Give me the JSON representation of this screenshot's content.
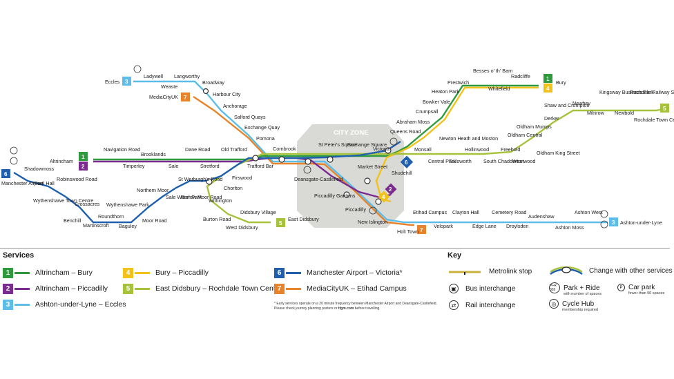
{
  "map": {
    "zone_label": "CITY ZONE",
    "stations": {
      "eccles": "Eccles",
      "ladywell": "Ladywell",
      "weaste": "Weaste",
      "langworthy": "Langworthy",
      "broadway": "Broadway",
      "harbour_city": "Harbour City",
      "mediacityuk": "MediaCityUK",
      "anchorage": "Anchorage",
      "salford_quays": "Salford Quays",
      "exchange_quay": "Exchange Quay",
      "pomona": "Pomona",
      "cornbrook": "Cornbrook",
      "st_peters": "St Peter's Square",
      "exchange_square": "Exchange Square",
      "victoria": "Victoria",
      "market_street": "Market Street",
      "shudehill": "Shudehill",
      "deansgate": "Deansgate-Castlefield",
      "piccadilly_gardens": "Piccadilly Gardens",
      "piccadilly": "Piccadilly",
      "new_islington": "New Islington",
      "altrincham": "Altrincham",
      "navigation_road": "Navigation Road",
      "timperley": "Timperley",
      "brooklands": "Brooklands",
      "sale": "Sale",
      "dane_road": "Dane Road",
      "stretford": "Stretford",
      "old_trafford": "Old Trafford",
      "trafford_bar": "Trafford Bar",
      "firswood": "Firswood",
      "chorlton": "Chorlton",
      "st_werburghs": "St Werburgh's Road",
      "withington": "Withington",
      "burton_road": "Burton Road",
      "west_didsbury": "West Didsbury",
      "didsbury_village": "Didsbury Village",
      "east_didsbury": "East Didsbury",
      "barlow_moor": "Barlow Moor Road",
      "sale_water_park": "Sale Water Park",
      "northern_moor": "Northern Moor",
      "wythenshawe_park": "Wythenshawe Park",
      "moor_road": "Moor Road",
      "baguley": "Baguley",
      "roundthorn": "Roundthorn",
      "martinscroft": "Martinscroft",
      "benchill": "Benchill",
      "crossacres": "Crossacres",
      "wythenshawe_tc": "Wythenshawe Town Centre",
      "robinswood": "Robinswood Road",
      "peel_hall": "Peel Hall",
      "shadowmoss": "Shadowmoss",
      "manchester_airport": "Manchester Airport",
      "queens_road": "Queens Road",
      "abraham_moss": "Abraham Moss",
      "crumpsall": "Crumpsall",
      "bowker_vale": "Bowker Vale",
      "heaton_park": "Heaton Park",
      "prestwich": "Prestwich",
      "besses": "Besses o' th' Barn",
      "whitefield": "Whitefield",
      "radcliffe": "Radcliffe",
      "bury": "Bury",
      "monsall": "Monsall",
      "central_park": "Central Park",
      "newton_heath": "Newton Heath and Moston",
      "failsworth": "Failsworth",
      "hollinwood": "Hollinwood",
      "south_chadderton": "South Chadderton",
      "freehold": "Freehold",
      "westwood": "Westwood",
      "oldham_king_street": "Oldham King Street",
      "oldham_central": "Oldham Central",
      "oldham_mumps": "Oldham Mumps",
      "derker": "Derker",
      "shaw": "Shaw and Crompton",
      "newhey": "Newhey",
      "milnrow": "Milnrow",
      "kingsway": "Kingsway Business Park",
      "newbold": "Newbold",
      "rochdale_rail": "Rochdale Railway Station",
      "rochdale_tc": "Rochdale Town Centre",
      "holt_town": "Holt Town",
      "etihad": "Etihad Campus",
      "velopark": "Velopark",
      "clayton_hall": "Clayton Hall",
      "edge_lane": "Edge Lane",
      "cemetery_road": "Cemetery Road",
      "droylsden": "Droylsden",
      "audenshaw": "Audenshaw",
      "ashton_moss": "Ashton Moss",
      "ashton_west": "Ashton West",
      "ashton_ul": "Ashton-under-Lyne"
    }
  },
  "services": {
    "title": "Services",
    "items": [
      {
        "num": "1",
        "label": "Altrincham – Bury",
        "color": "#2e9a3d"
      },
      {
        "num": "2",
        "label": "Altrincham – Piccadilly",
        "color": "#7b2b8f"
      },
      {
        "num": "3",
        "label": "Ashton-under-Lyne – Eccles",
        "color": "#5bbde8"
      },
      {
        "num": "4",
        "label": "Bury – Piccadilly",
        "color": "#f2c21a"
      },
      {
        "num": "5",
        "label": "East Didsbury – Rochdale Town Centre",
        "color": "#a6c23a"
      },
      {
        "num": "6",
        "label": "Manchester Airport – Victoria*",
        "color": "#1f5fae"
      },
      {
        "num": "7",
        "label": "MediaCityUK – Etihad Campus",
        "color": "#e8832a"
      }
    ],
    "note": "* Early services operate on a 20 minute frequency between Manchester Airport and Deansgate-Castlefield. Please check journey planning posters or",
    "note_url": "tfgm.com",
    "note_end": "before travelling."
  },
  "key": {
    "title": "Key",
    "metrolink_stop": "Metrolink stop",
    "change": "Change with other services",
    "bus": "Bus interchange",
    "rail": "Rail interchange",
    "park_ride": "Park + Ride",
    "park_ride_sub": "with number of spaces",
    "park_ride_icon": "P+R 302",
    "car_park": "Car park",
    "car_park_sub": "fewer than 50 spaces",
    "cycle_hub": "Cycle Hub",
    "cycle_hub_sub": "membership required"
  }
}
